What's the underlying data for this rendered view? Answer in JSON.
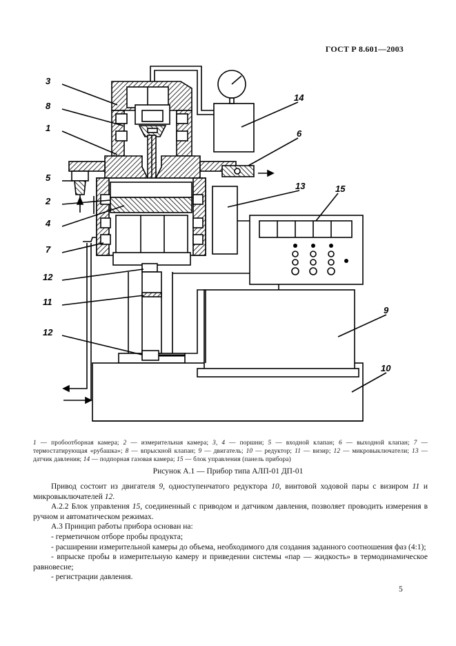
{
  "header": {
    "standard": "ГОСТ Р 8.601—2003"
  },
  "figure": {
    "labels": {
      "l3": "3",
      "l8": "8",
      "l1": "1",
      "l5": "5",
      "l2": "2",
      "l4": "4",
      "l7": "7",
      "l12a": "12",
      "l11": "11",
      "l12b": "12",
      "l14": "14",
      "l6": "6",
      "l13": "13",
      "l15": "15",
      "l9": "9",
      "l10": "10"
    }
  },
  "legend": {
    "items": [
      {
        "n": "1",
        "t": "пробоотборная камера; "
      },
      {
        "n": "2",
        "t": "измерительная камера; "
      },
      {
        "n": "3, 4",
        "t": "поршни; "
      },
      {
        "n": "5",
        "t": "входной клапан; "
      },
      {
        "n": "6",
        "t": "выходной клапан; "
      },
      {
        "n": "7",
        "t": "термостатирующая «рубашка»; "
      },
      {
        "n": "8",
        "t": "впрыскной клапан; "
      },
      {
        "n": "9",
        "t": "двигатель; "
      },
      {
        "n": "10",
        "t": "редуктор; "
      },
      {
        "n": "11",
        "t": "визир; "
      },
      {
        "n": "12",
        "t": "микровыключатели; "
      },
      {
        "n": "13",
        "t": "датчик давления; "
      },
      {
        "n": "14",
        "t": "подпорная газовая камера; "
      },
      {
        "n": "15",
        "t": "блок управления (панель прибора)"
      }
    ]
  },
  "caption": "Рисунок А.1 — Прибор типа АЛП-01 ДП-01",
  "body": {
    "p1": {
      "a": "Привод состоит из двигателя ",
      "n1": "9",
      "b": ", одноступенчатого редуктора ",
      "n2": "10",
      "c": ", винтовой ходовой пары с визиром ",
      "n3": "11",
      "d": " и микровыключателей ",
      "n4": "12",
      "e": "."
    },
    "p2": {
      "a": "А.2.2 Блок управления ",
      "n1": "15",
      "b": ", соединенный с приводом и датчиком давления, позволяет проводить измерения в ручном и автоматическом режимах."
    },
    "p3": "А.3 Принцип работы прибора основан на:",
    "p4": "- герметичном отборе пробы продукта;",
    "p5": "- расширении измерительной камеры до объема, необходимого для создания заданного соотношения фаз (4:1);",
    "p6": "- впрыске пробы в измерительную камеру и приведении системы «пар — жидкость» в термодинамическое равновесие;",
    "p7": "- регистрации давления."
  },
  "page_number": "5"
}
